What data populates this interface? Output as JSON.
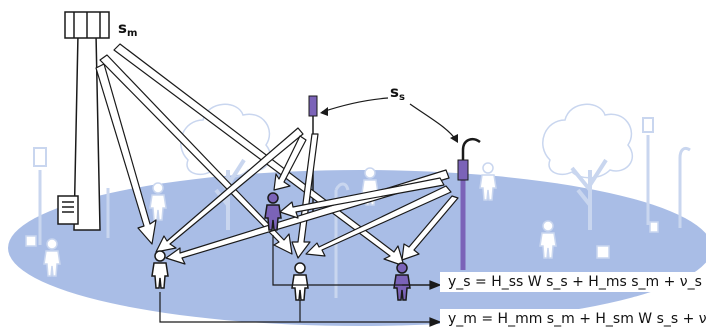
{
  "labels": {
    "macro_signal": "s",
    "macro_signal_sub": "m",
    "small_signal": "s",
    "small_signal_sub": "s"
  },
  "equations": {
    "small_cell": "y_s = H_ss W s_s + H_ms s_m + ν_s",
    "macro_cell": "y_m = H_mm s_m + H_sm W s_s + ν_p"
  },
  "colors": {
    "ground": "#a9bde6",
    "ghost": "#c9d6ef",
    "accent_purple": "#7b63b8",
    "outline": "#1a1a1a"
  }
}
